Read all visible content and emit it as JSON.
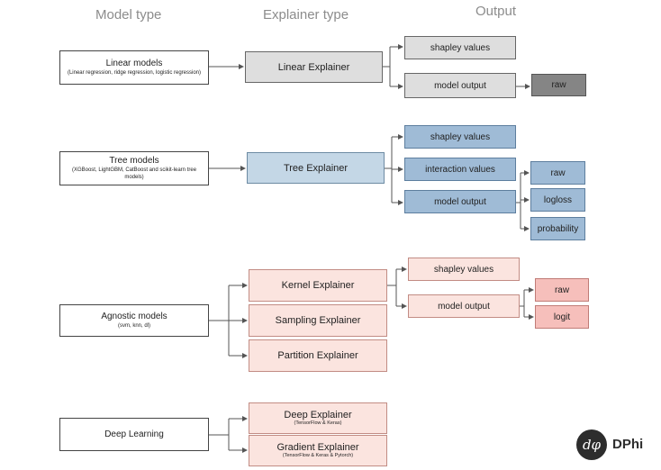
{
  "headers": {
    "model_type": "Model type",
    "explainer_type": "Explainer type",
    "output": "Output"
  },
  "linear": {
    "model_title": "Linear models",
    "model_sub": "(Linear regression, ridge regression, logistic regression)",
    "explainer": "Linear Explainer",
    "out_shapley": "shapley values",
    "out_model": "model output",
    "out_raw": "raw"
  },
  "tree": {
    "model_title": "Tree models",
    "model_sub": "(XGBoost, LightGBM, CatBoost and scikit-learn tree models)",
    "explainer": "Tree Explainer",
    "out_shapley": "shapley values",
    "out_interaction": "interaction values",
    "out_model": "model output",
    "out_raw": "raw",
    "out_logloss": "logloss",
    "out_probability": "probability"
  },
  "agnostic": {
    "model_title": "Agnostic models",
    "model_sub": "(svm, knn, dl)",
    "explainer_kernel": "Kernel Explainer",
    "explainer_sampling": "Sampling Explainer",
    "explainer_partition": "Partition Explainer",
    "out_shapley": "shapley values",
    "out_model": "model output",
    "out_raw": "raw",
    "out_logit": "logit"
  },
  "deep": {
    "model_title": "Deep Learning",
    "explainer_deep": "Deep Explainer",
    "explainer_deep_sub": "(TensorFlow & Keras)",
    "explainer_gradient": "Gradient Explainer",
    "explainer_gradient_sub": "(TensorFlow & Keras & Pytorch)"
  },
  "brand": {
    "logo_glyph": "dφ",
    "name": "DPhi"
  }
}
